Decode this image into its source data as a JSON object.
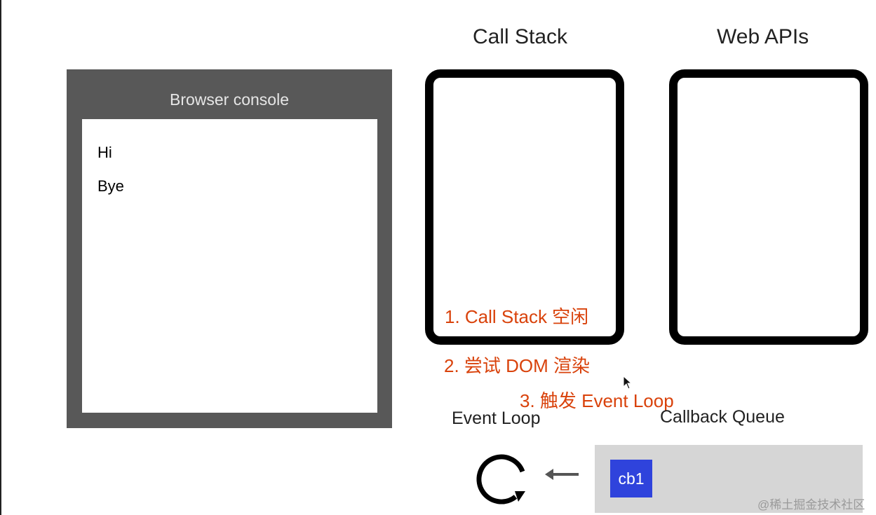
{
  "console": {
    "title": "Browser console",
    "lines": [
      "Hi",
      "Bye"
    ]
  },
  "call_stack": {
    "heading": "Call Stack"
  },
  "web_apis": {
    "heading": "Web APIs"
  },
  "annotations": [
    "1. Call Stack 空闲",
    "2. 尝试 DOM 渲染",
    "3. 触发 Event Loop"
  ],
  "event_loop": {
    "label": "Event Loop",
    "icon": "loop-icon"
  },
  "callback_queue": {
    "label": "Callback Queue",
    "items": [
      "cb1"
    ]
  },
  "watermark": "@稀土掘金技术社区",
  "colors": {
    "annotation": "#d9420b",
    "console_frame": "#585858",
    "queue_bg": "#d6d6d6",
    "queue_item": "#2f43dc"
  }
}
